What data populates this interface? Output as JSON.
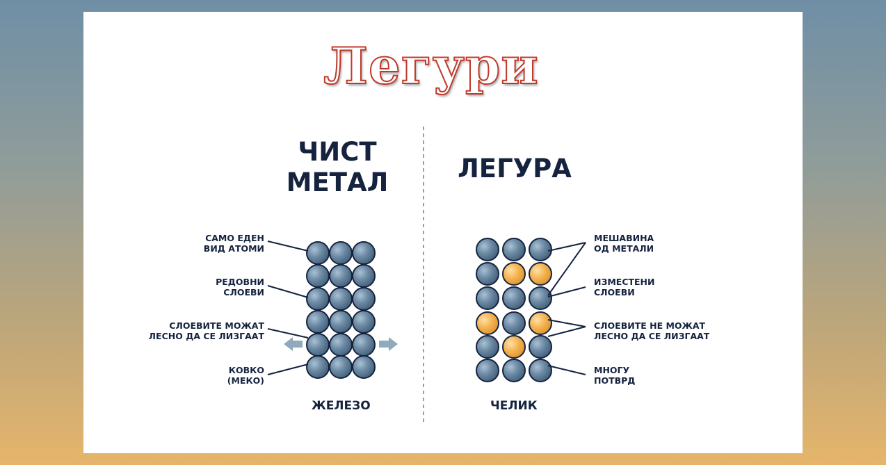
{
  "slide_title": "Легури",
  "pure_metal": {
    "heading_line1": "ЧИСТ",
    "heading_line2": "МЕТАЛ",
    "labels": {
      "one_atom_type": "САМО ЕДЕН\nВИД АТОМИ",
      "ordered_layers": "РЕДОВНИ\nСЛОЕВИ",
      "layers_slide": "СЛОЕВИТЕ МОЖАТ\nЛЕСНО ДА СЕ ЛИЗГААТ",
      "malleable": "КОВКО\n(МЕКО)"
    },
    "caption": "ЖЕЛЕЗО"
  },
  "alloy": {
    "heading": "ЛЕГУРА",
    "labels": {
      "metal_mix": "МЕШАВИНА\nОД МЕТАЛИ",
      "displaced_layers": "ИЗМЕСТЕНИ\nСЛОЕВИ",
      "layers_cannot_slide": "СЛОЕВИТЕ НЕ МОЖАТ\nЛЕСНО ДА СЕ ЛИЗГААТ",
      "much_harder": "МНОГУ\nПОТВРД"
    },
    "caption": "ЧЕЛИК"
  },
  "colors": {
    "title_outline": "#c0392b",
    "text_dark": "#15233f",
    "iron_atom": "#5f7d97",
    "alloy_atom": "#f2b04f",
    "arrow": "#8fa9bd"
  }
}
